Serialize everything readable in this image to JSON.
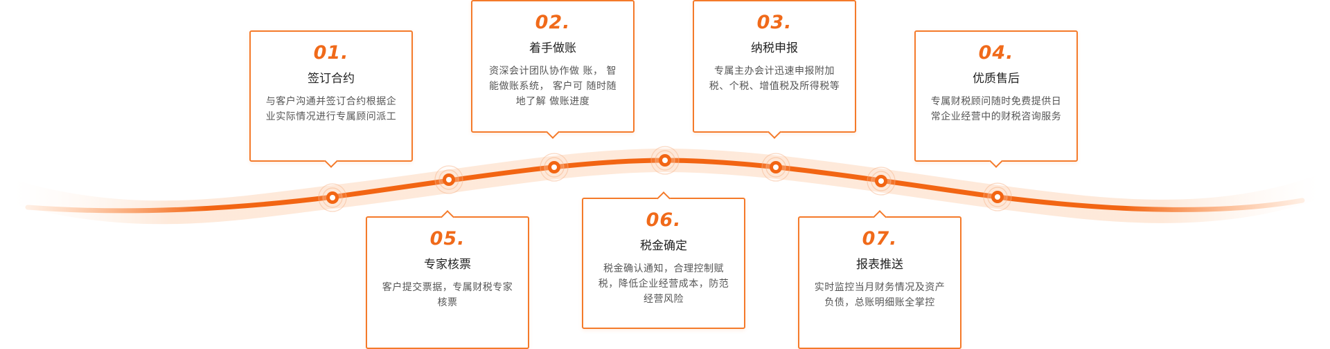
{
  "steps": [
    {
      "num": "01.",
      "title": "签订合约",
      "desc": "与客户沟通并签订合约根据企业实际情况进行专属顾问派工"
    },
    {
      "num": "02.",
      "title": "着手做账",
      "desc": "资深会计团队协作做 账， 智能做账系统， 客户可 随时随地了解 做账进度"
    },
    {
      "num": "03.",
      "title": "纳税申报",
      "desc": "专属主办会计迅速申报附加税、个税、增值税及所得税等"
    },
    {
      "num": "04.",
      "title": "优质售后",
      "desc": "专属财税顾问随时免费提供日常企业经营中的财税咨询服务"
    },
    {
      "num": "05.",
      "title": "专家核票",
      "desc": "客户提交票据，专属财税专家核票"
    },
    {
      "num": "06.",
      "title": "税金确定",
      "desc": "税金确认通知，合理控制赋税，降低企业经营成本，防范经营风险"
    },
    {
      "num": "07.",
      "title": "报表推送",
      "desc": "实时监控当月财务情况及资产负债，总账明细账全掌控"
    }
  ],
  "colors": {
    "accent": "#f06a1a",
    "border": "#f47a2a",
    "curve_light": "#fde3cf",
    "text_dark": "#222222",
    "text_body": "#555555"
  }
}
